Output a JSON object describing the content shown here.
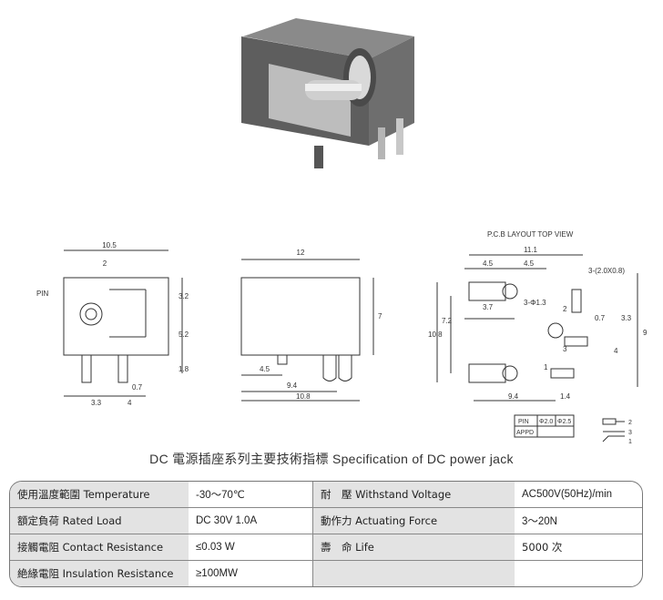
{
  "title": "DC 電源插座系列主要技術指標 Specification of DC power jack",
  "drawings": {
    "front": {
      "d1": "10.5",
      "d2": "2",
      "pin": "PIN",
      "d3": "3.2",
      "d4": "5.2",
      "d5": "1.8",
      "d6": "0.7",
      "d7": "3.3",
      "d8": "4"
    },
    "side": {
      "d1": "12",
      "d2": "7",
      "d3": "4.5",
      "d4": "9.4",
      "d5": "10.8"
    },
    "pcb": {
      "heading": "P.C.B LAYOUT   TOP VIEW",
      "d1": "11.1",
      "d2": "4.5",
      "d3": "4.5",
      "d4": "3-(2.0X0.8)",
      "d5": "3.7",
      "d6": "3-Φ1.3",
      "d7": "10.8",
      "d8": "7.2",
      "d9": "0.7",
      "d10": "3.3",
      "d11": "9",
      "d12": "4",
      "d13": "9.4",
      "d14": "1.4",
      "n1": "1",
      "n2": "2",
      "n3": "3"
    },
    "legend": {
      "pin": "PIN",
      "p1": "Φ2.0",
      "p2": "Φ2.5",
      "appd": "APPD"
    },
    "sym": {
      "n2": "2",
      "n3": "3",
      "n1": "1"
    }
  },
  "spec_rows": [
    {
      "l1": "使用溫度範圍 Temperature",
      "v1": "-30～70℃",
      "l2": "耐　壓  Withstand Voltage",
      "v2": "AC500V(50Hz)/min"
    },
    {
      "l1": "額定負荷  Rated Load",
      "v1": "DC  30V  1.0A",
      "l2": "動作力  Actuating Force",
      "v2": "3～20N"
    },
    {
      "l1": "接觸電阻  Contact Resistance",
      "v1": "≤0.03 W",
      "l2": "壽　命  Life",
      "v2": "5000 次"
    },
    {
      "l1": "絶緣電阻  Insulation Resistance",
      "v1": "≥100MW",
      "l2": "",
      "v2": ""
    }
  ]
}
